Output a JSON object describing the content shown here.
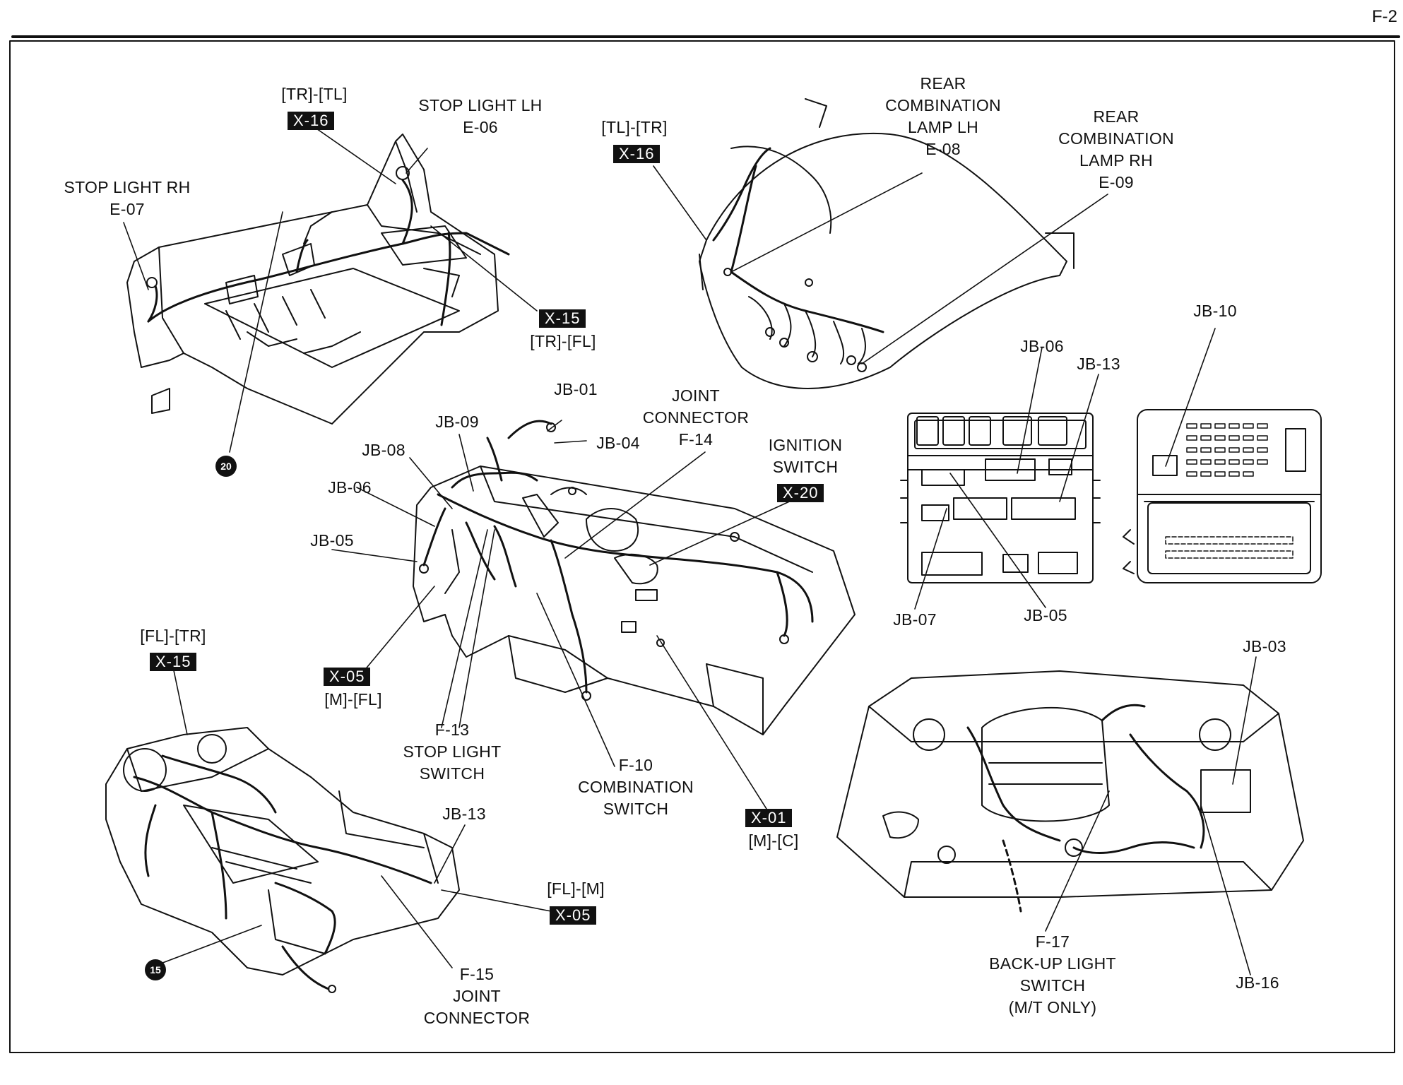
{
  "page_number": "F-2",
  "circled_refs": {
    "rear": "20",
    "floor": "15"
  },
  "tags": {
    "rear_x16": "X-16",
    "rear_x15": "X-15",
    "trunk_x16": "X-16",
    "dash_x20": "X-20",
    "dash_x05": "X-05",
    "dash_x01": "X-01",
    "floor_x15": "X-15",
    "floor_x05": "X-05"
  },
  "labels": {
    "rear_tr_tl": [
      "[TR]-[TL]"
    ],
    "stop_light_lh": [
      "STOP LIGHT LH",
      "E-06"
    ],
    "stop_light_rh": [
      "STOP LIGHT RH",
      "E-07"
    ],
    "rear_tr_fl": [
      "[TR]-[FL]"
    ],
    "trunk_tl_tr": [
      "[TL]-[TR]"
    ],
    "rear_combo_lh": [
      "REAR",
      "COMBINATION",
      "LAMP LH",
      "E-08"
    ],
    "rear_combo_rh": [
      "REAR",
      "COMBINATION",
      "LAMP RH",
      "E-09"
    ],
    "jb01": [
      "JB-01"
    ],
    "jb04": [
      "JB-04"
    ],
    "jb09": [
      "JB-09"
    ],
    "jb08": [
      "JB-08"
    ],
    "jb06_dash": [
      "JB-06"
    ],
    "jb05_dash": [
      "JB-05"
    ],
    "joint_f14": [
      "JOINT",
      "CONNECTOR",
      "F-14"
    ],
    "ignition": [
      "IGNITION",
      "SWITCH"
    ],
    "dash_m_fl": [
      "[M]-[FL]"
    ],
    "f13": [
      "F-13",
      "STOP LIGHT",
      "SWITCH"
    ],
    "f10": [
      "F-10",
      "COMBINATION",
      "SWITCH"
    ],
    "dash_m_c": [
      "[M]-[C]"
    ],
    "jb06_box": [
      "JB-06"
    ],
    "jb13_box": [
      "JB-13"
    ],
    "jb10": [
      "JB-10"
    ],
    "jb07": [
      "JB-07"
    ],
    "jb05_box": [
      "JB-05"
    ],
    "floor_fl_tr": [
      "[FL]-[TR]"
    ],
    "jb13_floor": [
      "JB-13"
    ],
    "floor_fl_m": [
      "[FL]-[M]"
    ],
    "f15": [
      "F-15",
      "JOINT",
      "CONNECTOR"
    ],
    "jb03": [
      "JB-03"
    ],
    "f17": [
      "F-17",
      "BACK-UP LIGHT",
      "SWITCH",
      "(M/T ONLY)"
    ],
    "jb16": [
      "JB-16"
    ]
  }
}
